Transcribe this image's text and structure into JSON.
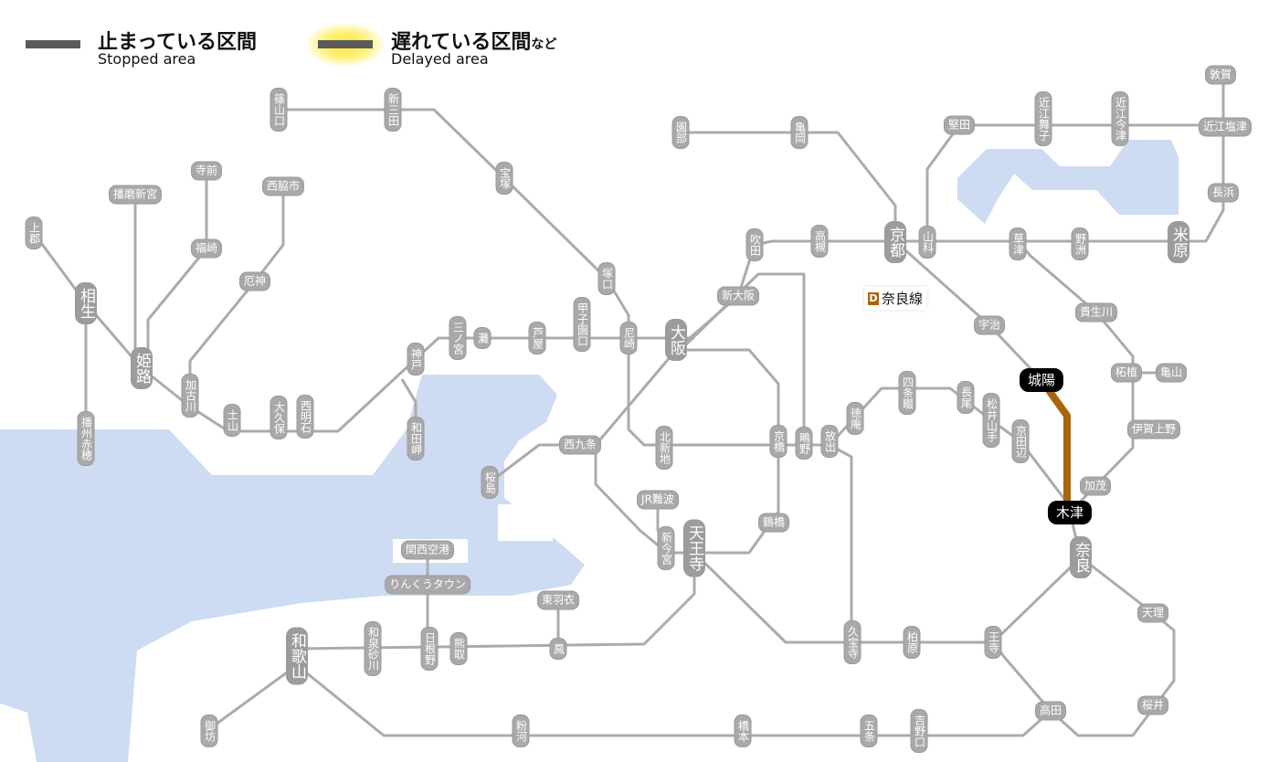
{
  "legend": {
    "stopped_jp": "止まっている区間",
    "stopped_en": "Stopped area",
    "delayed_jp": "遅れている区間",
    "delayed_suffix": "など",
    "delayed_en": "Delayed area"
  },
  "line_label": {
    "badge": "D",
    "name": "奈良線",
    "color": "#a8650e"
  },
  "colors": {
    "line": "#ababab",
    "water": "#cddcf2",
    "delay": "#a8650e"
  },
  "stations": [
    {
      "name": "篠山口",
      "s": "v"
    },
    {
      "name": "新三田",
      "s": "v"
    },
    {
      "name": "宝塚",
      "s": "v"
    },
    {
      "name": "寺前",
      "s": "h"
    },
    {
      "name": "播磨新宮",
      "s": "h"
    },
    {
      "name": "西脇市",
      "s": "h"
    },
    {
      "name": "福崎",
      "s": "h"
    },
    {
      "name": "厄神",
      "s": "h"
    },
    {
      "name": "上郡",
      "s": "v"
    },
    {
      "name": "相生",
      "s": "big"
    },
    {
      "name": "姫路",
      "s": "big"
    },
    {
      "name": "加古川",
      "s": "v"
    },
    {
      "name": "土山",
      "s": "v"
    },
    {
      "name": "大久保",
      "s": "v"
    },
    {
      "name": "西明石",
      "s": "v"
    },
    {
      "name": "神戸",
      "s": "v"
    },
    {
      "name": "三ノ宮",
      "s": "v"
    },
    {
      "name": "灘",
      "s": "v"
    },
    {
      "name": "芦屋",
      "s": "v"
    },
    {
      "name": "甲子園口",
      "s": "v"
    },
    {
      "name": "尼崎",
      "s": "v"
    },
    {
      "name": "塚口",
      "s": "v"
    },
    {
      "name": "大阪",
      "s": "big"
    },
    {
      "name": "和田岬",
      "s": "v"
    },
    {
      "name": "播州赤穂",
      "s": "v"
    },
    {
      "name": "園部",
      "s": "v"
    },
    {
      "name": "亀岡",
      "s": "v"
    },
    {
      "name": "吹田",
      "s": "v"
    },
    {
      "name": "高槻",
      "s": "v"
    },
    {
      "name": "京都",
      "s": "big"
    },
    {
      "name": "山科",
      "s": "v"
    },
    {
      "name": "近江舞子",
      "s": "v"
    },
    {
      "name": "近江今津",
      "s": "v"
    },
    {
      "name": "草津",
      "s": "v"
    },
    {
      "name": "野洲",
      "s": "v"
    },
    {
      "name": "米原",
      "s": "big"
    },
    {
      "name": "敦賀",
      "s": "h"
    },
    {
      "name": "堅田",
      "s": "h"
    },
    {
      "name": "近江塩津",
      "s": "h"
    },
    {
      "name": "長浜",
      "s": "h"
    },
    {
      "name": "新大阪",
      "s": "h"
    },
    {
      "name": "宇治",
      "s": "h"
    },
    {
      "name": "貴生川",
      "s": "h"
    },
    {
      "name": "柘植",
      "s": "h"
    },
    {
      "name": "亀山",
      "s": "h"
    },
    {
      "name": "伊賀上野",
      "s": "h"
    },
    {
      "name": "加茂",
      "s": "h"
    },
    {
      "name": "北新地",
      "s": "v"
    },
    {
      "name": "京橋",
      "s": "v"
    },
    {
      "name": "鴫野",
      "s": "v"
    },
    {
      "name": "放出",
      "s": "v"
    },
    {
      "name": "徳庵",
      "s": "v"
    },
    {
      "name": "四条畷",
      "s": "v"
    },
    {
      "name": "長尾",
      "s": "v"
    },
    {
      "name": "松井山手",
      "s": "v"
    },
    {
      "name": "京田辺",
      "s": "v"
    },
    {
      "name": "西九条",
      "s": "h"
    },
    {
      "name": "桜島",
      "s": "v"
    },
    {
      "name": "JR難波",
      "s": "h"
    },
    {
      "name": "鶴橋",
      "s": "h"
    },
    {
      "name": "新今宮",
      "s": "v"
    },
    {
      "name": "天王寺",
      "s": "big"
    },
    {
      "name": "関西空港",
      "s": "h"
    },
    {
      "name": "りんくうタウン",
      "s": "h"
    },
    {
      "name": "東羽衣",
      "s": "h"
    },
    {
      "name": "和歌山",
      "s": "big"
    },
    {
      "name": "和泉砂川",
      "s": "v"
    },
    {
      "name": "日根野",
      "s": "v"
    },
    {
      "name": "熊取",
      "s": "v"
    },
    {
      "name": "鳳",
      "s": "v"
    },
    {
      "name": "御坊",
      "s": "v"
    },
    {
      "name": "粉河",
      "s": "v"
    },
    {
      "name": "橋本",
      "s": "v"
    },
    {
      "name": "五条",
      "s": "v"
    },
    {
      "name": "吉野口",
      "s": "v"
    },
    {
      "name": "久宝寺",
      "s": "v"
    },
    {
      "name": "柏原",
      "s": "v"
    },
    {
      "name": "王寺",
      "s": "v"
    },
    {
      "name": "奈良",
      "s": "big"
    },
    {
      "name": "天理",
      "s": "h"
    },
    {
      "name": "桜井",
      "s": "h"
    },
    {
      "name": "高田",
      "s": "h"
    },
    {
      "name": "城陽",
      "s": "black"
    },
    {
      "name": "木津",
      "s": "black"
    }
  ]
}
